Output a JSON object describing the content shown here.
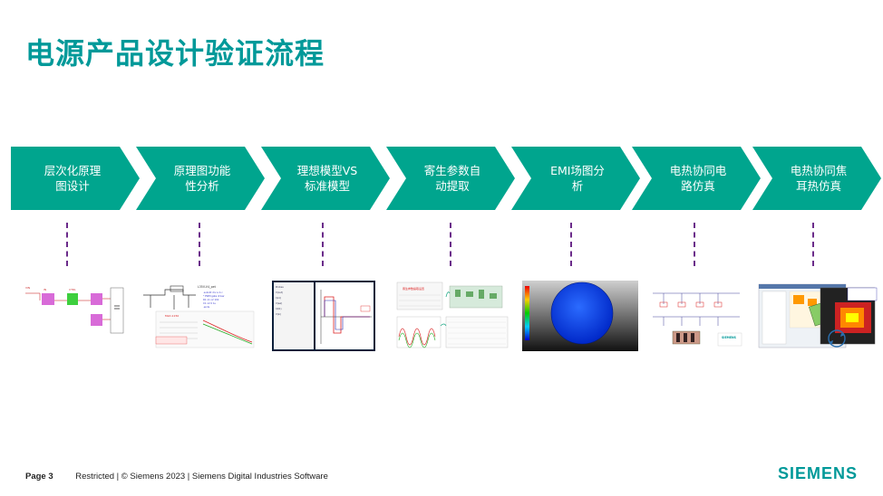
{
  "title": "电源产品设计验证流程",
  "steps": [
    {
      "label": "层次化原理\n图设计"
    },
    {
      "label": "原理图功能\n性分析"
    },
    {
      "label": "理想模型VS\n标准模型"
    },
    {
      "label": "寄生参数自\n动提取"
    },
    {
      "label": "EMI场图分\n析"
    },
    {
      "label": "电热协同电\n路仿真"
    },
    {
      "label": "电热协同焦\n耳热仿真"
    }
  ],
  "colors": {
    "title": "#009999",
    "chevron": "#00a58e",
    "dashes": "#6b2b8a",
    "brand": "#009999"
  },
  "footer": {
    "page": "Page 3",
    "text": "Restricted | © Siemens 2023 | Siemens Digital Industries Software"
  },
  "brand": {
    "logo": "SIEMENS"
  }
}
